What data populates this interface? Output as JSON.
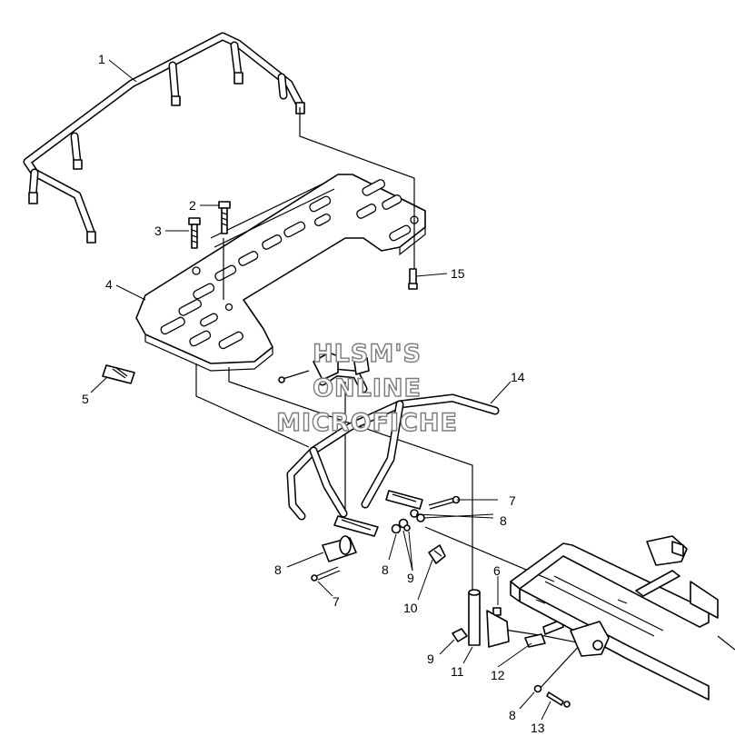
{
  "callouts": [
    {
      "id": "1",
      "text": "1"
    },
    {
      "id": "2",
      "text": "2"
    },
    {
      "id": "3",
      "text": "3"
    },
    {
      "id": "4",
      "text": "4"
    },
    {
      "id": "5",
      "text": "5"
    },
    {
      "id": "6",
      "text": "6"
    },
    {
      "id": "7a",
      "text": "7"
    },
    {
      "id": "7b",
      "text": "7"
    },
    {
      "id": "8a",
      "text": "8"
    },
    {
      "id": "8b",
      "text": "8"
    },
    {
      "id": "8c",
      "text": "8"
    },
    {
      "id": "8d",
      "text": "8"
    },
    {
      "id": "9a",
      "text": "9"
    },
    {
      "id": "9b",
      "text": "9"
    },
    {
      "id": "10",
      "text": "10"
    },
    {
      "id": "11",
      "text": "11"
    },
    {
      "id": "12",
      "text": "12"
    },
    {
      "id": "13",
      "text": "13"
    },
    {
      "id": "14",
      "text": "14"
    },
    {
      "id": "15",
      "text": "15"
    }
  ],
  "watermark": {
    "line1": "HLSM'S",
    "line2": "ONLINE",
    "line3": "MICROFICHE"
  }
}
